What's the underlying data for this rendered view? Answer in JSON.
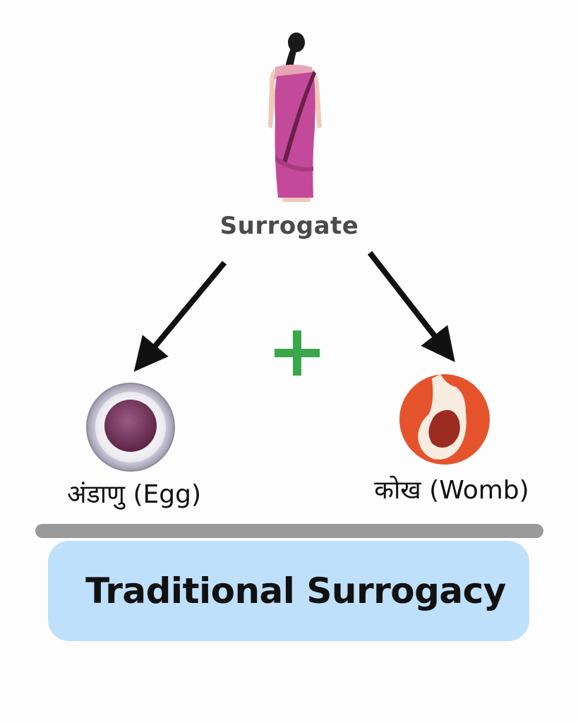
{
  "diagram": {
    "top_label": "Surrogate",
    "operator": "+",
    "left_item": {
      "icon": "egg-cell-icon",
      "label": "अंडाणु (Egg)"
    },
    "right_item": {
      "icon": "womb-icon",
      "label": "कोख (Womb)"
    },
    "title": "Traditional Surrogacy"
  },
  "colors": {
    "saree": "#c34a9a",
    "plus": "#3aa84a",
    "womb_outer": "#e5532d",
    "womb_inner": "#9c2b22",
    "title_box": "#bfe0fb",
    "divider": "#9a9a9a"
  }
}
